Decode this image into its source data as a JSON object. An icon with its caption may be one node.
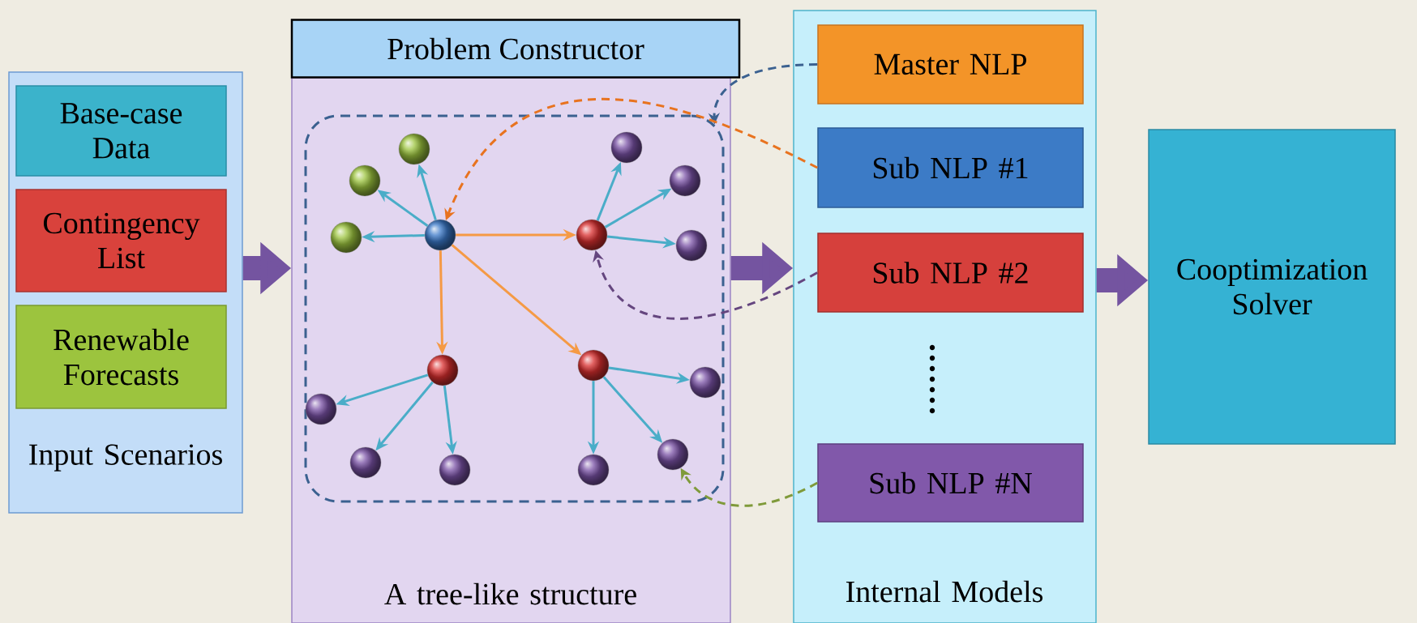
{
  "diagram": {
    "nodes": [
      {
        "text": [
          "Input Scenarios"
        ]
      },
      {
        "text": [
          "Base-case Data"
        ],
        "in": 0
      },
      {
        "text": [
          "Contingency List"
        ],
        "in": 0
      },
      {
        "text": [
          "Renewable Forecasts"
        ],
        "in": 0
      },
      {
        "text": [
          "Problem Constructor",
          "A tree-like structure"
        ]
      },
      {
        "text": [],
        "shape": "box",
        "in": 4
      },
      {
        "text": [],
        "shape": "circle",
        "in": 5
      },
      {
        "text": [],
        "shape": "circle",
        "in": 5
      },
      {
        "text": [],
        "shape": "circle",
        "in": 5
      },
      {
        "text": [],
        "shape": "circle",
        "in": 5
      },
      {
        "text": [],
        "shape": "circle",
        "in": 5
      },
      {
        "text": [],
        "shape": "circle",
        "in": 5
      },
      {
        "text": [],
        "shape": "circle",
        "in": 5
      },
      {
        "text": [],
        "shape": "circle",
        "in": 5
      },
      {
        "text": [],
        "shape": "circle",
        "in": 5
      },
      {
        "text": [],
        "shape": "circle",
        "in": 5
      },
      {
        "text": [],
        "shape": "circle",
        "in": 5
      },
      {
        "text": [],
        "shape": "circle",
        "in": 5
      },
      {
        "text": [],
        "shape": "circle",
        "in": 5
      },
      {
        "text": [],
        "shape": "circle",
        "in": 5
      },
      {
        "text": [],
        "shape": "circle",
        "in": 5
      },
      {
        "text": [],
        "shape": "circle",
        "in": 5
      },
      {
        "text": [
          "Internal Models"
        ]
      },
      {
        "text": [
          "Master NLP"
        ],
        "in": 22
      },
      {
        "text": [
          "Sub NLP #1"
        ],
        "in": 22
      },
      {
        "text": [
          "Sub NLP #2"
        ],
        "in": 22
      },
      {
        "text": [
          "Sub NLP #N"
        ],
        "in": 22
      },
      {
        "text": [
          "Cooptimization Solver"
        ]
      }
    ],
    "edges": [
      {
        "from": 6,
        "to": 7,
        "arrow": "to"
      },
      {
        "from": 6,
        "to": 8,
        "arrow": "to"
      },
      {
        "from": 6,
        "to": 9,
        "arrow": "to"
      },
      {
        "from": 6,
        "to": 10,
        "arrow": "to",
        "color": "#f59a45"
      },
      {
        "from": 6,
        "to": 14,
        "arrow": "to",
        "color": "#f59a45"
      },
      {
        "from": 6,
        "to": 18,
        "arrow": "to",
        "color": "#f59a45"
      },
      {
        "from": 10,
        "to": 11,
        "arrow": "to"
      },
      {
        "from": 10,
        "to": 12,
        "arrow": "to"
      },
      {
        "from": 10,
        "to": 13,
        "arrow": "to"
      },
      {
        "from": 14,
        "to": 15,
        "arrow": "to"
      },
      {
        "from": 14,
        "to": 16,
        "arrow": "to"
      },
      {
        "from": 14,
        "to": 17,
        "arrow": "to"
      },
      {
        "from": 18,
        "to": 19,
        "arrow": "to"
      },
      {
        "from": 18,
        "to": 20,
        "arrow": "to"
      },
      {
        "from": 18,
        "to": 21,
        "arrow": "to"
      },
      {
        "from": 23,
        "to": 5,
        "arrow": "to",
        "style": "dashed",
        "color": "#3b6190"
      },
      {
        "from": 24,
        "to": 6,
        "arrow": "to",
        "style": "dashed",
        "color": "#e8731f"
      },
      {
        "from": 25,
        "to": 10,
        "arrow": "to",
        "style": "dashed",
        "color": "#65467f"
      },
      {
        "from": 26,
        "to": 20,
        "arrow": "to",
        "style": "dashed",
        "color": "#7f9a3a"
      },
      {
        "from": 0,
        "to": 4,
        "arrow": "to",
        "style": "thick",
        "color": "#7454a0"
      },
      {
        "from": 4,
        "to": 22,
        "arrow": "to",
        "style": "thick",
        "color": "#7454a0"
      },
      {
        "from": 22,
        "to": 27,
        "arrow": "to",
        "style": "thick",
        "color": "#7454a0"
      }
    ]
  }
}
